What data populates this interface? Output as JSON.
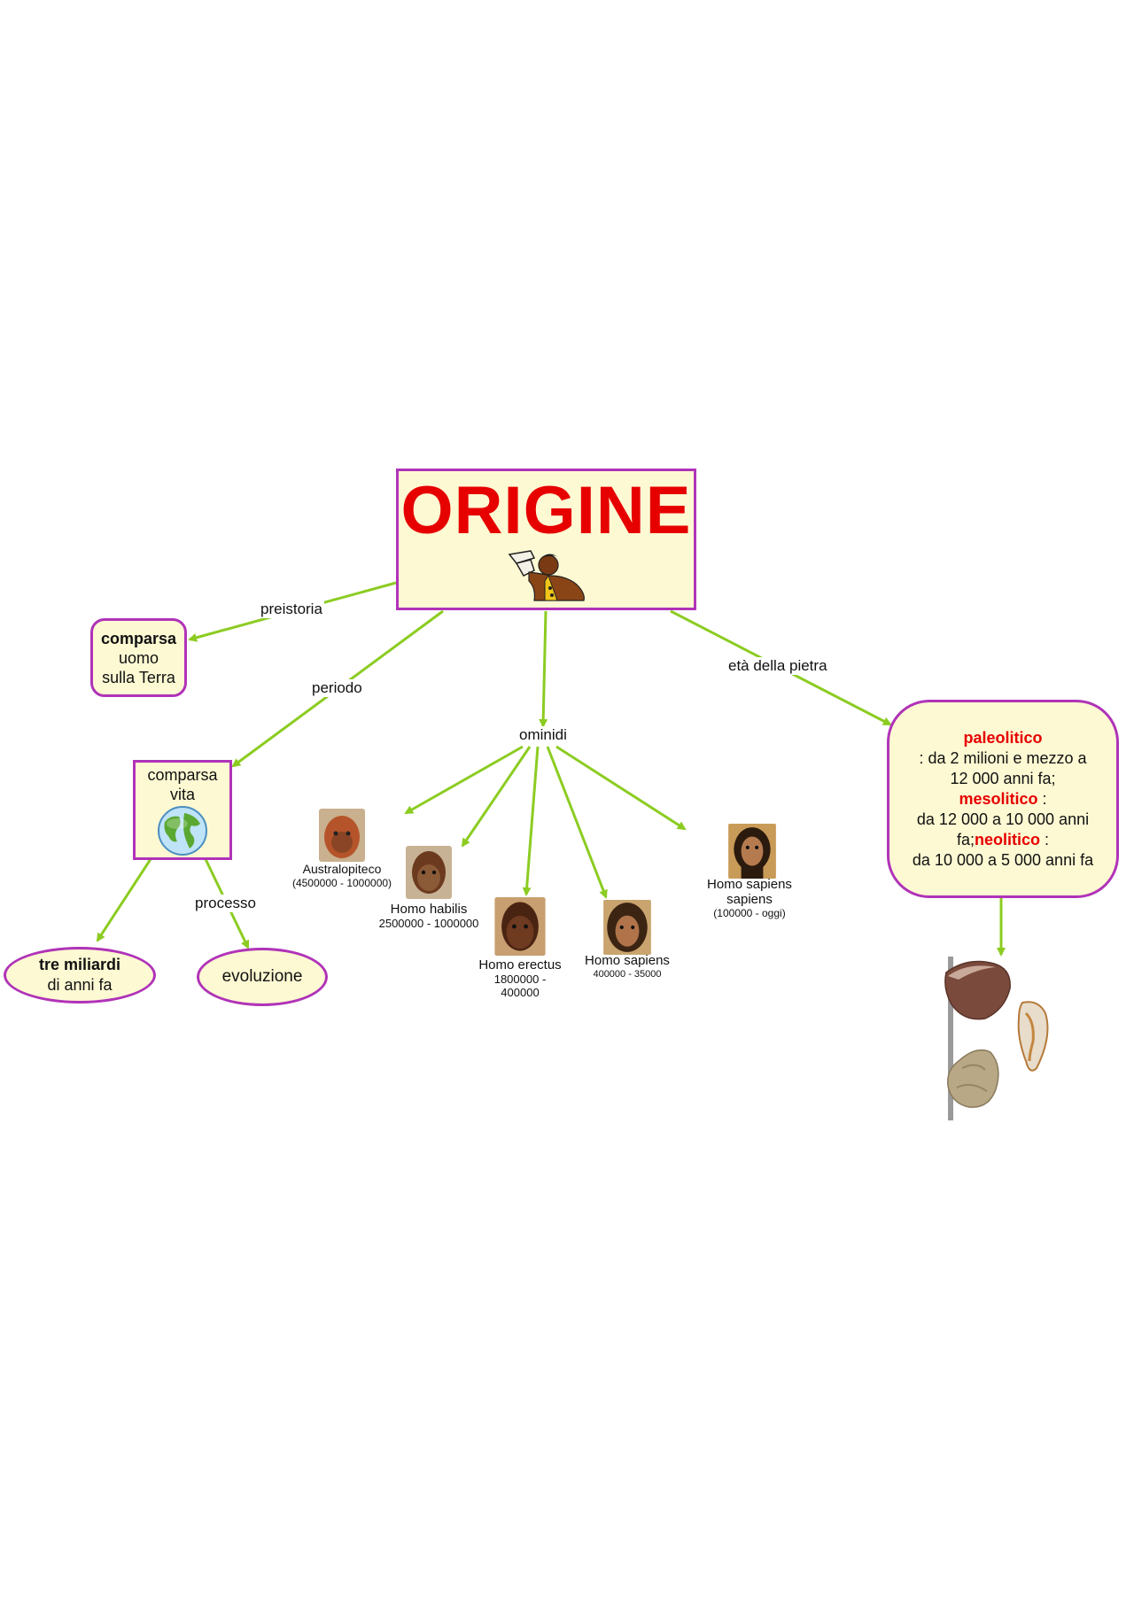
{
  "colors": {
    "edge": "#8ccc22",
    "node_border": "#b033b8",
    "node_fill": "#fdf9d3",
    "accent_red": "#e60000"
  },
  "root": {
    "title": "ORIGINE",
    "icon": "caveman-drinking-icon"
  },
  "edge_labels": {
    "preistoria": "preistoria",
    "periodo": "periodo",
    "ominidi": "ominidi",
    "eta": "età della pietra",
    "processo": "processo"
  },
  "nodes": {
    "comparsa_uomo": {
      "bold": "comparsa",
      "line2": "uomo",
      "line3": "sulla Terra"
    },
    "comparsa_vita": {
      "line1": "comparsa",
      "line2": "vita",
      "icon": "globe-icon"
    },
    "tre_miliardi": {
      "bold": "tre miliardi",
      "line2": "di anni fa"
    },
    "evoluzione": {
      "text": "evoluzione"
    },
    "eta_pietra": {
      "paleo_label": "paleolitico",
      "paleo_text_a": ": da 2 milioni e mezzo a",
      "paleo_text_b": "12 000 anni fa;",
      "meso_label": "mesolitico",
      "meso_text_a": " :",
      "meso_text_b": "da 12 000 a 10 000 anni",
      "meso_text_c": "fa;",
      "neo_label": "neolitico",
      "neo_text_a": " :",
      "neo_text_b": "da 10 000 a 5 000 anni fa"
    }
  },
  "hominids": [
    {
      "name": "Australopiteco",
      "dates": "(4500000 - 1000000)"
    },
    {
      "name": "Homo habilis",
      "dates": "2500000 - 1000000"
    },
    {
      "name": "Homo erectus",
      "dates_a": "1800000 -",
      "dates_b": "400000"
    },
    {
      "name": "Homo sapiens",
      "dates": "400000 - 35000"
    },
    {
      "name_a": "Homo sapiens",
      "name_b": "sapiens",
      "dates": "(100000 - oggi)"
    }
  ],
  "stone_tools": {
    "icon": "stone-tools-icon"
  }
}
